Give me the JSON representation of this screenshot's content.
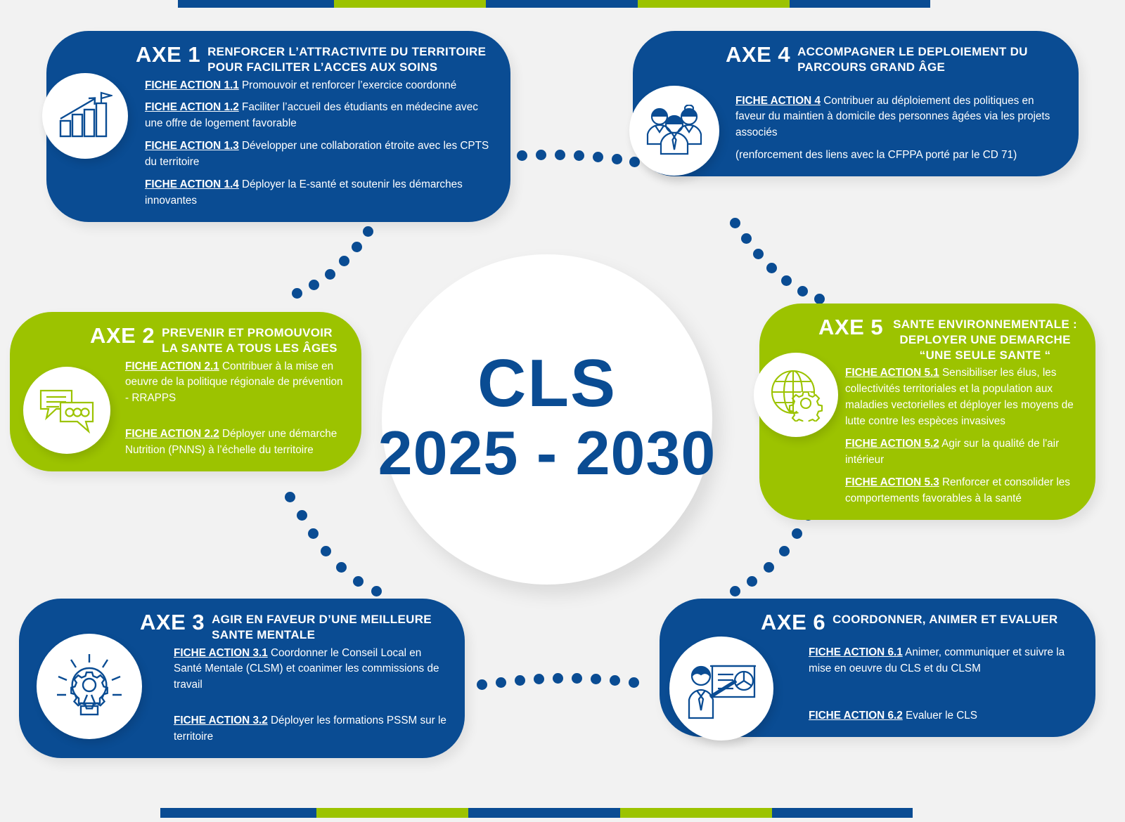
{
  "center": {
    "line1": "CLS",
    "line2": "2025 - 2030"
  },
  "colors": {
    "navy": "#0A4C93",
    "green": "#9CC300",
    "background": "#f2f2f2",
    "white": "#ffffff"
  },
  "decor": {
    "top_bar_segments": [
      "#0A4C93",
      "#9CC300",
      "#0A4C93",
      "#9CC300",
      "#0A4C93"
    ],
    "bottom_bar_segments": [
      "#0A4C93",
      "#9CC300",
      "#0A4C93",
      "#9CC300",
      "#0A4C93"
    ]
  },
  "axes": [
    {
      "id": "axe1",
      "num": "AXE 1",
      "title": "RENFORCER L’ATTRACTIVITE DU TERRITOIRE POUR FACILITER L’ACCES AUX SOINS",
      "color": "#0A4C93",
      "icon": "growth-chart-icon",
      "actions": [
        {
          "label": "FICHE ACTION 1.1",
          "text": " Promouvoir et renforcer l’exercice coordonné"
        },
        {
          "label": "FICHE ACTION 1.2",
          "text": " Faciliter l’accueil des étudiants en médecine avec une offre de logement favorable"
        },
        {
          "label": "FICHE ACTION 1.3",
          "text": " Développer une collaboration étroite avec les CPTS du territoire"
        },
        {
          "label": "FICHE ACTION 1.4",
          "text": " Déployer la E-santé et soutenir les démarches innovantes"
        }
      ]
    },
    {
      "id": "axe4",
      "num": "AXE 4",
      "title": "ACCOMPAGNER LE DEPLOIEMENT DU PARCOURS GRAND ÂGE",
      "color": "#0A4C93",
      "icon": "people-group-icon",
      "actions": [
        {
          "label": "FICHE ACTION 4",
          "text": " Contribuer au déploiement des politiques en faveur du maintien à domicile des personnes âgées via les projets associés"
        },
        {
          "label": "",
          "text": "(renforcement des liens avec la CFPPA porté par le CD 71)"
        }
      ]
    },
    {
      "id": "axe2",
      "num": "AXE 2",
      "title": "PREVENIR ET PROMOUVOIR LA SANTE A TOUS LES ÂGES",
      "color": "#9CC300",
      "icon": "speech-bubbles-icon",
      "actions": [
        {
          "label": "FICHE ACTION 2.1",
          "text": " Contribuer à la mise en oeuvre de la politique régionale de prévention - RRAPPS"
        },
        {
          "label": "FICHE ACTION 2.2",
          "text": " Déployer une démarche Nutrition (PNNS) à l’échelle du territoire"
        }
      ]
    },
    {
      "id": "axe5",
      "num": "AXE 5",
      "title": "SANTE ENVIRONNEMENTALE : DEPLOYER UNE DEMARCHE “UNE SEULE SANTE “",
      "color": "#9CC300",
      "icon": "globe-gear-icon",
      "actions": [
        {
          "label": "FICHE ACTION 5.1",
          "text": " Sensibiliser les élus, les collectivités territoriales et la population aux maladies vectorielles et déployer les moyens de lutte contre les espèces invasives"
        },
        {
          "label": "FICHE ACTION 5.2",
          "text": " Agir sur la qualité de l'air intérieur"
        },
        {
          "label": "FICHE ACTION 5.3",
          "text": " Renforcer et consolider les comportements favorables à la santé"
        }
      ]
    },
    {
      "id": "axe3",
      "num": "AXE 3",
      "title": "AGIR EN FAVEUR D’UNE MEILLEURE SANTE MENTALE",
      "color": "#0A4C93",
      "icon": "lightbulb-gear-icon",
      "actions": [
        {
          "label": "FICHE ACTION 3.1",
          "text": " Coordonner le Conseil Local en Santé Mentale (CLSM) et coanimer les commissions de travail"
        },
        {
          "label": "FICHE ACTION 3.2",
          "text": " Déployer les formations PSSM sur le territoire"
        }
      ]
    },
    {
      "id": "axe6",
      "num": "AXE 6",
      "title": "COORDONNER, ANIMER ET EVALUER",
      "color": "#0A4C93",
      "icon": "presenter-chart-icon",
      "actions": [
        {
          "label": "FICHE ACTION 6.1",
          "text": " Animer, communiquer et suivre la mise en oeuvre du CLS et du CLSM"
        },
        {
          "label": "",
          "text": ""
        },
        {
          "label": "FICHE ACTION 6.2",
          "text": " Evaluer le CLS"
        }
      ]
    }
  ]
}
